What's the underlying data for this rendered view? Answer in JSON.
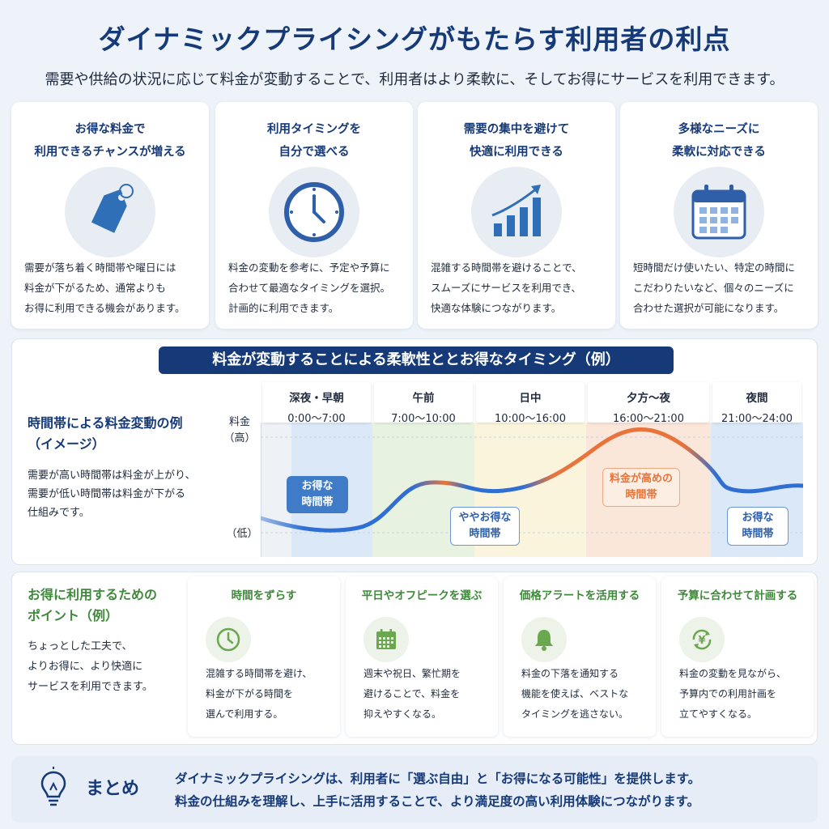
{
  "header": {
    "title": "ダイナミックプライシングがもたらす利用者の利点",
    "subtitle": "需要や供給の状況に応じて料金が変動することで、利用者はより柔軟に、そしてお得にサービスを利用できます。"
  },
  "benefits": [
    {
      "title1": "お得な料金で",
      "title2": "利用できるチャンスが増える",
      "icon": "price-tag-icon",
      "desc1": "需要が落ち着く時間帯や曜日には",
      "desc2": "料金が下がるため、通常よりも",
      "desc3": "お得に利用できる機会があります。"
    },
    {
      "title1": "利用タイミングを",
      "title2": "自分で選べる",
      "icon": "clock-icon",
      "desc1": "料金の変動を参考に、予定や予算に",
      "desc2": "合わせて最適なタイミングを選択。",
      "desc3": "計画的に利用できます。"
    },
    {
      "title1": "需要の集中を避けて",
      "title2": "快適に利用できる",
      "icon": "bar-chart-up-icon",
      "desc1": "混雑する時間帯を避けることで、",
      "desc2": "スムーズにサービスを利用でき、",
      "desc3": "快適な体験につながります。"
    },
    {
      "title1": "多様なニーズに",
      "title2": "柔軟に対応できる",
      "icon": "calendar-icon",
      "desc1": "短時間だけ使いたい、特定の時間に",
      "desc2": "こだわりたいなど、個々のニーズに",
      "desc3": "合わせた選択が可能になります。"
    }
  ],
  "chart_section": {
    "banner": "料金が変動することによる柔軟性ととお得なタイミング（例）",
    "side_title1": "時間帯による料金変動の例",
    "side_title2": "（イメージ）",
    "side_desc1": "需要が高い時間帯は料金が上がり、",
    "side_desc2": "需要が低い時間帯は料金が下がる",
    "side_desc3": "仕組みです。",
    "y_label1": "料金",
    "y_label2": "（高）",
    "y_low": "（低）"
  },
  "chart_data": {
    "type": "line",
    "periods": [
      {
        "name": "深夜・早朝",
        "time": "0:00〜7:00",
        "color": "#dbe8f7"
      },
      {
        "name": "午前",
        "time": "7:00〜10:00",
        "color": "#e7f2e1"
      },
      {
        "name": "日中",
        "time": "10:00〜16:00",
        "color": "#fbf4dc"
      },
      {
        "name": "夕方〜夜",
        "time": "16:00〜21:00",
        "color": "#fbe6da"
      },
      {
        "name": "夜間",
        "time": "21:00〜24:00",
        "color": "#dbe8f7"
      }
    ],
    "callouts": [
      {
        "line1": "お得な",
        "line2": "時間帯",
        "style": "blue"
      },
      {
        "line1": "ややお得な",
        "line2": "時間帯",
        "style": "outline"
      },
      {
        "line1": "料金が高めの",
        "line2": "時間帯",
        "style": "orange"
      },
      {
        "line1": "お得な",
        "line2": "時間帯",
        "style": "outline"
      }
    ],
    "line_colors": {
      "low": "#2f6fd3",
      "high": "#e8743b"
    }
  },
  "tips_section": {
    "title1": "お得に利用するための",
    "title2": "ポイント（例）",
    "desc1": "ちょっとした工夫で、",
    "desc2": "よりお得に、より快適に",
    "desc3": "サービスを利用できます。"
  },
  "tips": [
    {
      "title": "時間をずらす",
      "icon": "clock-icon",
      "desc1": "混雑する時間帯を避け、",
      "desc2": "料金が下がる時間を",
      "desc3": "選んで利用する。"
    },
    {
      "title": "平日やオフピークを選ぶ",
      "icon": "calendar-icon",
      "desc1": "週末や祝日、繁忙期を",
      "desc2": "避けることで、料金を",
      "desc3": "抑えやすくなる。"
    },
    {
      "title": "価格アラートを活用する",
      "icon": "bell-icon",
      "desc1": "料金の下落を通知する",
      "desc2": "機能を使えば、ベストな",
      "desc3": "タイミングを逃さない。"
    },
    {
      "title": "予算に合わせて計画する",
      "icon": "yen-cycle-icon",
      "desc1": "料金の変動を見ながら、",
      "desc2": "予算内での利用計画を",
      "desc3": "立てやすくなる。"
    }
  ],
  "summary": {
    "label": "まとめ",
    "line1": "ダイナミックプライシングは、利用者に「選ぶ自由」と「お得になる可能性」を提供します。",
    "line2": "料金の仕組みを理解し、上手に活用することで、より満足度の高い利用体験につながります。"
  },
  "colors": {
    "navy": "#163a78",
    "green": "#3e8a3a",
    "orange": "#e8743b",
    "blue": "#2f6fd3"
  }
}
